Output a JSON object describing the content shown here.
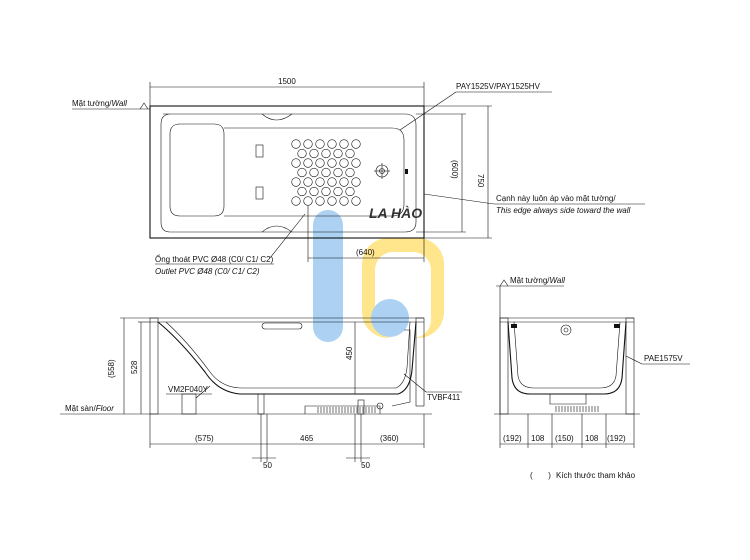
{
  "top_view": {
    "dim_width": "1500",
    "dim_depth": "750",
    "dim_inner_depth": "(600)",
    "dim_drain_offset": "(640)",
    "model_label": "PAY1525V/PAY1525HV",
    "wall_label_vi": "Mặt tường/",
    "wall_label_en": "Wall",
    "edge_note_vi": "Cạnh này luôn áp vào mặt tường/",
    "edge_note_en": "This edge always side toward the wall",
    "outlet_vi": "Ống thoát PVC Ø48 (C0/ C1/ C2)",
    "outlet_en": "Outlet PVC Ø48 (C0/ C1/ C2)"
  },
  "side_view": {
    "dim_overall_height": "(558)",
    "dim_rim_height": "528",
    "dim_drain_height": "450",
    "dim_left": "(575)",
    "dim_mid": "465",
    "dim_right": "(360)",
    "dim_gap_left": "50",
    "dim_gap_right": "50",
    "floor_label_vi": "Mặt sàn/",
    "floor_label_en": "Floor",
    "leg_label": "VM2F040Y",
    "waste_label": "TVBF411"
  },
  "end_view": {
    "wall_label_vi": "Mặt tường/",
    "wall_label_en": "Wall",
    "panel_label": "PAE1575V",
    "dims": [
      "(192)",
      "108",
      "(150)",
      "108",
      "(192)"
    ]
  },
  "legend": {
    "bracket": "(       )",
    "text": "Kích thước tham khảo"
  },
  "watermark": "LA HÀO",
  "colors": {
    "line": "#111111",
    "watermark_blue": "#9ec9f0",
    "watermark_yellow": "#ffe27a",
    "watermark_text": "#7fb4e6"
  }
}
